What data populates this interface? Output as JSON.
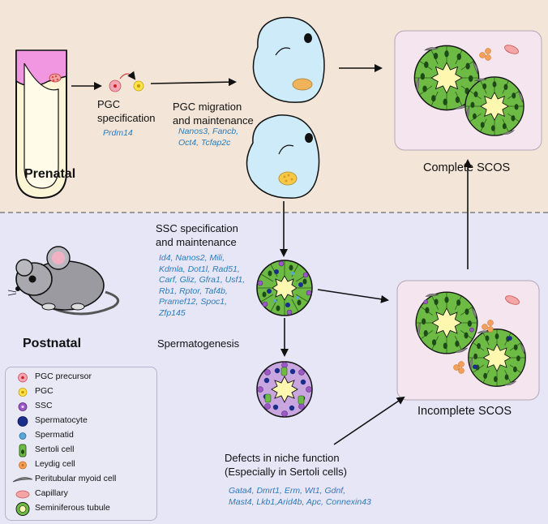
{
  "stages": {
    "prenatal": "Prenatal",
    "postnatal": "Postnatal"
  },
  "steps": {
    "pgc_specification": {
      "title": "PGC\nspecification",
      "genes": "Prdm14"
    },
    "pgc_migration": {
      "title": "PGC migration\nand maintenance",
      "genes": "Nanos3, Fancb,\nOct4, Tcfap2c"
    },
    "ssc_specification": {
      "title": "SSC specification\nand maintenance",
      "genes": "Id4, Nanos2, Mili,\nKdmla, Dot1l, Rad51,\nCarf, Gliz, Gfra1, Usf1,\nRb1, Rptor, Taf4b,\nPramef12, Spoc1,\nZfp145"
    },
    "spermatogenesis": {
      "title": "Spermatogenesis"
    },
    "niche_defects": {
      "title": "Defects in niche function\n(Especially in Sertoli cells)",
      "genes": "Gata4, Dmrt1, Erm, Wt1, Gdnf,\nMast4, Lkb1,Arid4b, Apc, Connexin43"
    }
  },
  "outcomes": {
    "complete": "Complete SCOS",
    "incomplete": "Incomplete SCOS"
  },
  "legend": [
    {
      "icon": "pgc-precursor-icon",
      "label": "PGC precursor"
    },
    {
      "icon": "pgc-icon",
      "label": "PGC"
    },
    {
      "icon": "ssc-icon",
      "label": "SSC"
    },
    {
      "icon": "spermatocyte-icon",
      "label": "Spermatocyte"
    },
    {
      "icon": "spermatid-icon",
      "label": "Spermatid"
    },
    {
      "icon": "sertoli-cell-icon",
      "label": "Sertoli cell"
    },
    {
      "icon": "leydig-cell-icon",
      "label": "Leydig cell"
    },
    {
      "icon": "peritubular-myoid-cell-icon",
      "label": "Peritubular myoid cell"
    },
    {
      "icon": "capillary-icon",
      "label": "Capillary"
    },
    {
      "icon": "seminiferous-tubule-icon",
      "label": "Seminiferous tubule"
    }
  ],
  "colors": {
    "prenatal_bg": "#f3e6d8",
    "postnatal_bg": "#e6e6f7",
    "gene_text": "#2c7bb8",
    "embryo": "#cdebf8",
    "sertoli": "#6dbb45",
    "lumen": "#fdf7b0",
    "scos_box": "#f5e5ee"
  }
}
